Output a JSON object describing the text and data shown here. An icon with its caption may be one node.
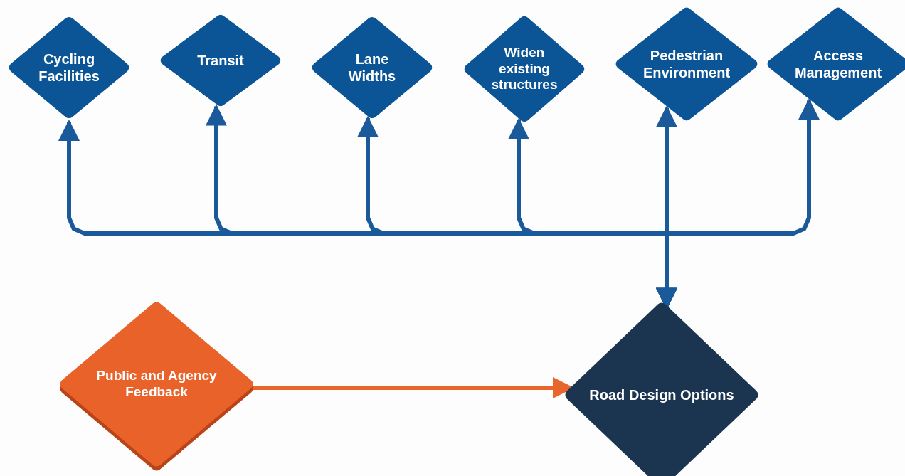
{
  "diagram": {
    "nodes": [
      {
        "text": [
          "Cycling Facilities"
        ]
      },
      {
        "text": [
          "Transit"
        ]
      },
      {
        "text": [
          "Lane Widths"
        ]
      },
      {
        "text": [
          "Widen existing structures"
        ]
      },
      {
        "text": [
          "Pedestrian Environment"
        ]
      },
      {
        "text": [
          "Access Management"
        ]
      },
      {
        "text": [
          "Public and Agency Feedback"
        ]
      },
      {
        "text": [
          "Road Design Options"
        ]
      }
    ],
    "edges": [
      {
        "from": 7,
        "to": 0,
        "arrow": "both"
      },
      {
        "from": 7,
        "to": 1,
        "arrow": "both"
      },
      {
        "from": 7,
        "to": 2,
        "arrow": "both"
      },
      {
        "from": 7,
        "to": 3,
        "arrow": "both"
      },
      {
        "from": 7,
        "to": 4,
        "arrow": "both"
      },
      {
        "from": 7,
        "to": 5,
        "arrow": "both"
      },
      {
        "from": 6,
        "to": 7,
        "arrow": "to",
        "color": "#e8662c"
      }
    ]
  }
}
